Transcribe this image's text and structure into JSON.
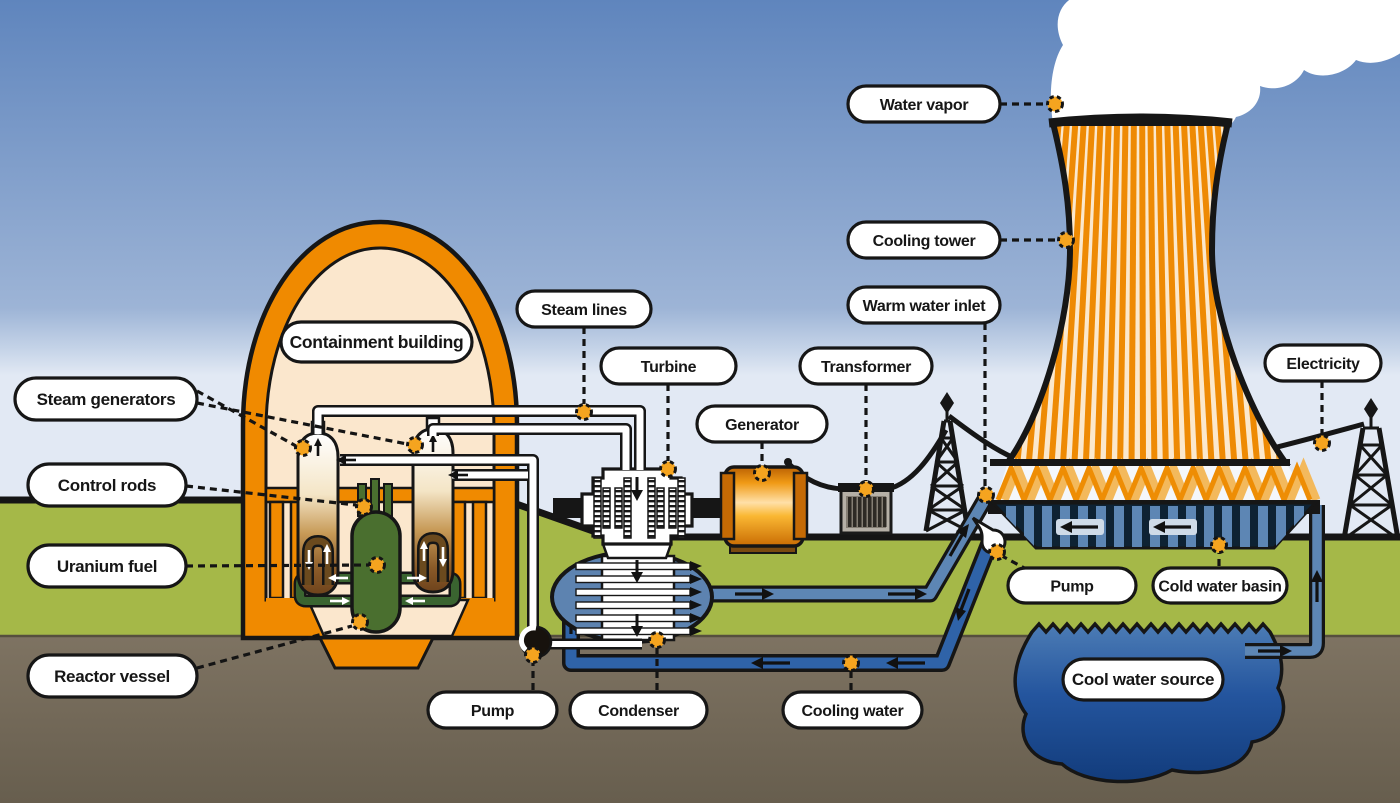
{
  "diagram_type": "nuclear-power-plant-schematic",
  "labels": {
    "containment_building": "Containment building",
    "steam_generators": "Steam generators",
    "control_rods": "Control rods",
    "uranium_fuel": "Uranium fuel",
    "reactor_vessel": "Reactor vessel",
    "steam_lines": "Steam lines",
    "turbine": "Turbine",
    "generator": "Generator",
    "transformer": "Transformer",
    "water_vapor": "Water vapor",
    "cooling_tower": "Cooling tower",
    "warm_water_inlet": "Warm water inlet",
    "electricity": "Electricity",
    "pump_left": "Pump",
    "condenser": "Condenser",
    "cooling_water": "Cooling water",
    "pump_right": "Pump",
    "cold_water_basin": "Cold water basin",
    "cool_water_source": "Cool water source"
  },
  "colors": {
    "accent_orange": "#f08a00",
    "marker_orange": "#f5a41f",
    "sky_top": "#5f85bd",
    "sky_bottom": "#dde6f3",
    "grass_green": "#a5b848",
    "ground_brown": "#7b7060",
    "containment_cream": "#fbe7cd",
    "water_steel_blue": "#5d86b4",
    "water_dark_blue": "#2f63a8",
    "pond_blue": "#1b4c96",
    "reactor_green": "#4a6f2f",
    "label_bg": "#ffffff",
    "outline_black": "#161616"
  }
}
